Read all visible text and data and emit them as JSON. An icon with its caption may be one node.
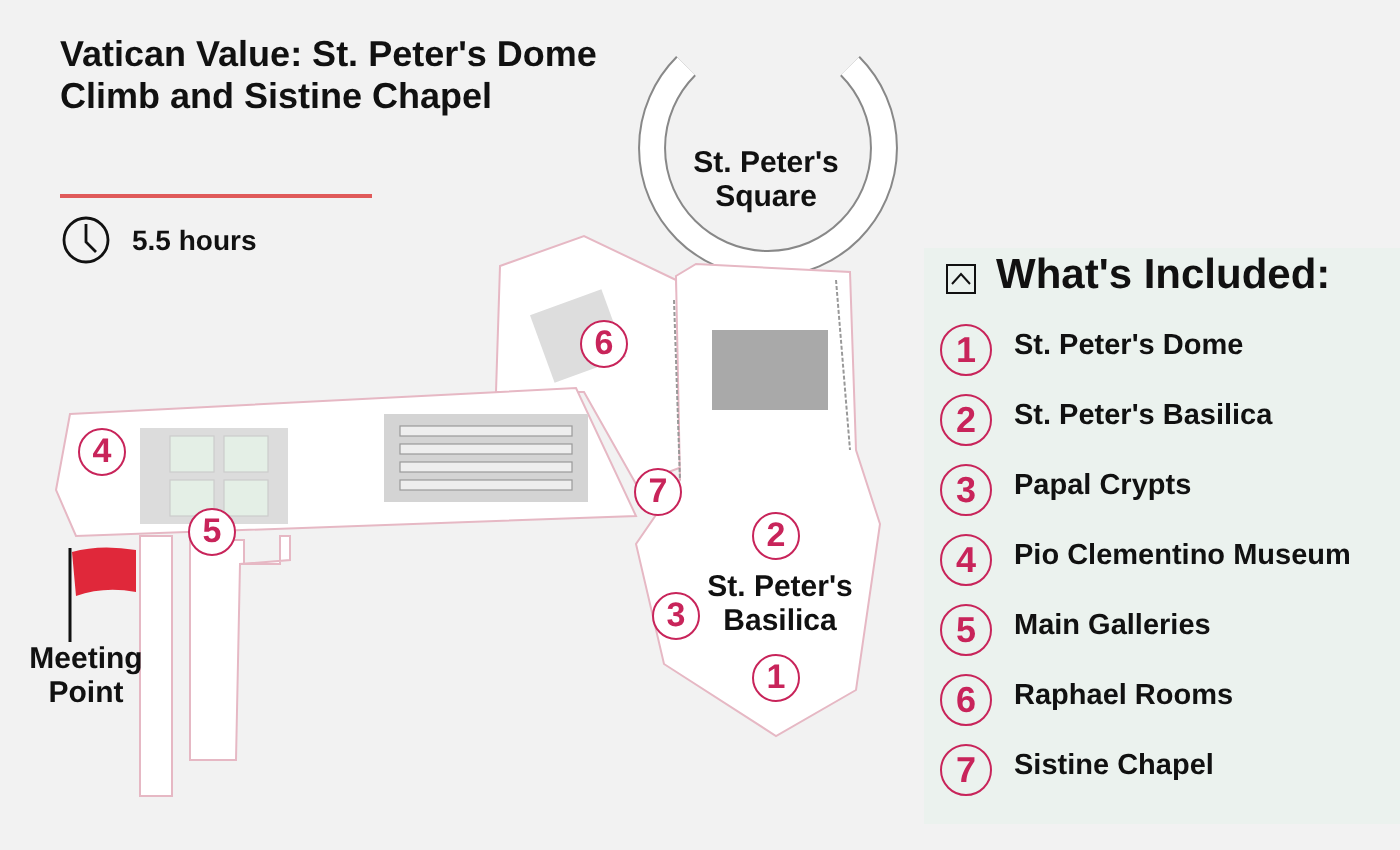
{
  "diagram": {
    "title": "Vatican Value: St. Peter's Dome Climb and Sistine Chapel",
    "labels": [
      "5.5 hours",
      "St. Peter's Square",
      "6",
      "4",
      "7",
      "5",
      "2",
      "St. Peter's Basilica",
      "3",
      "1",
      "Meeting Point",
      "What's Included:",
      "1",
      "St. Peter's Dome",
      "2",
      "St. Peter's Basilica",
      "3",
      "Papal Crypts",
      "4",
      "Pio Clementino Museum",
      "5",
      "Main Galleries",
      "6",
      "Raphael Rooms",
      "7",
      "Sistine Chapel"
    ]
  }
}
